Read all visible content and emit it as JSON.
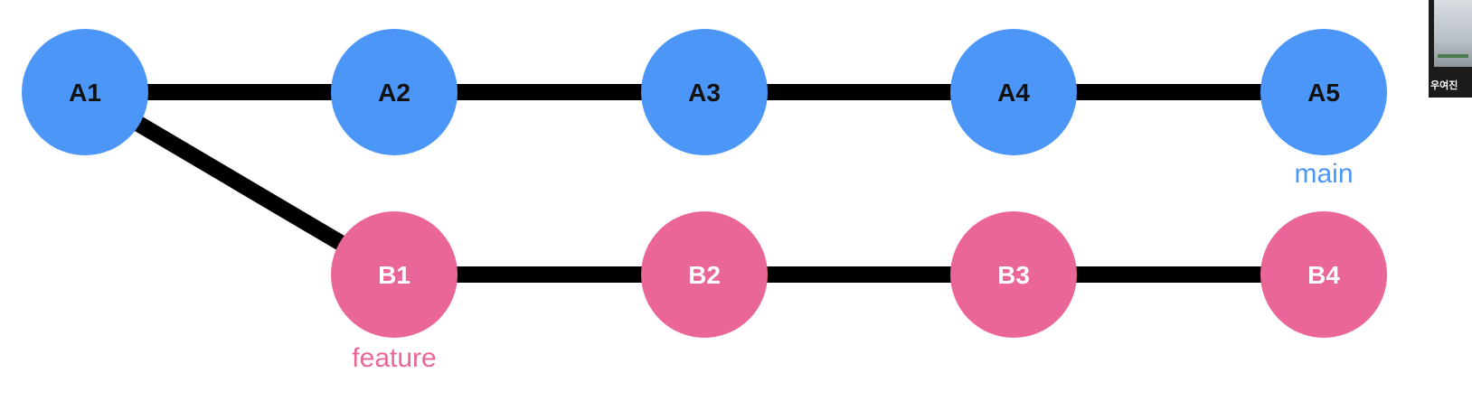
{
  "colors": {
    "main_node": "#4b96f7",
    "feature_node": "#ea6699",
    "main_label_text": "#111111",
    "feature_label_text": "#ffffff",
    "edge": "#000000",
    "main_branch_label": "#4b96f7",
    "feature_branch_label": "#ea6699"
  },
  "nodes": [
    {
      "id": "A1",
      "label": "A1",
      "branch": "main"
    },
    {
      "id": "A2",
      "label": "A2",
      "branch": "main"
    },
    {
      "id": "A3",
      "label": "A3",
      "branch": "main"
    },
    {
      "id": "A4",
      "label": "A4",
      "branch": "main"
    },
    {
      "id": "A5",
      "label": "A5",
      "branch": "main"
    },
    {
      "id": "B1",
      "label": "B1",
      "branch": "feature"
    },
    {
      "id": "B2",
      "label": "B2",
      "branch": "feature"
    },
    {
      "id": "B3",
      "label": "B3",
      "branch": "feature"
    },
    {
      "id": "B4",
      "label": "B4",
      "branch": "feature"
    }
  ],
  "edges": [
    {
      "from": "A1",
      "to": "A2"
    },
    {
      "from": "A2",
      "to": "A3"
    },
    {
      "from": "A3",
      "to": "A4"
    },
    {
      "from": "A4",
      "to": "A5"
    },
    {
      "from": "A1",
      "to": "B1"
    },
    {
      "from": "B1",
      "to": "B2"
    },
    {
      "from": "B2",
      "to": "B3"
    },
    {
      "from": "B3",
      "to": "B4"
    }
  ],
  "branch_labels": [
    {
      "text": "main",
      "attached_to": "A5"
    },
    {
      "text": "feature",
      "attached_to": "B1"
    }
  ],
  "thumbnail": {
    "text": "우여진"
  }
}
